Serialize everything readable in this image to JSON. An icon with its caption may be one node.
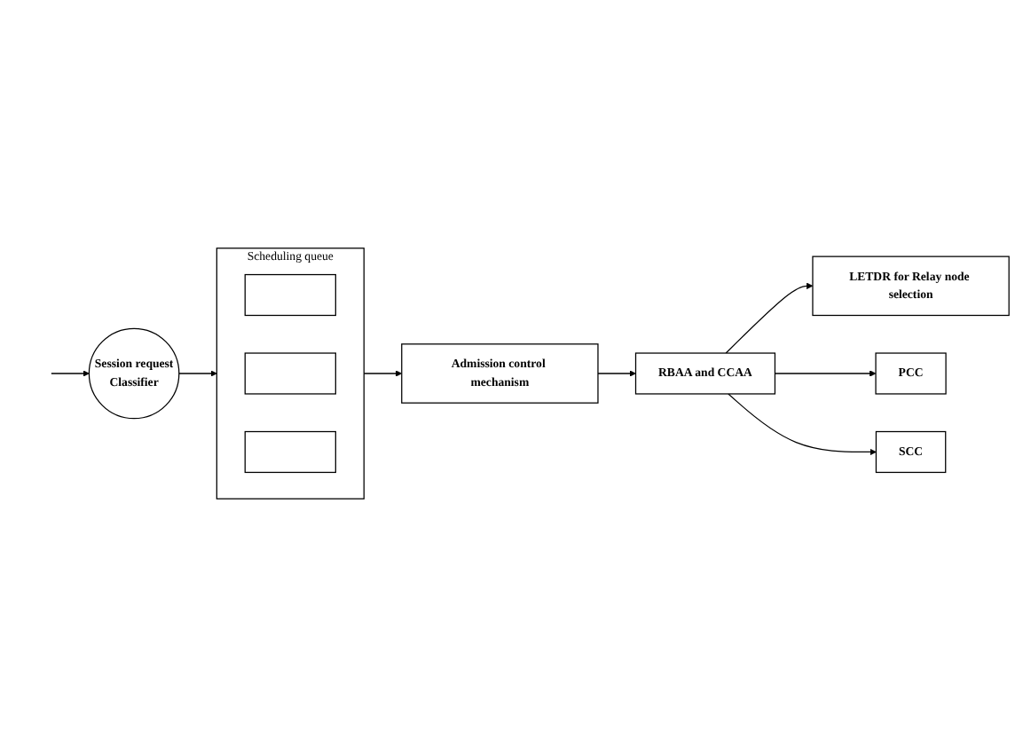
{
  "diagram": {
    "nodes": [
      {
        "text": [
          "Session request",
          "Classifier"
        ]
      },
      {
        "text": [
          "Scheduling queue"
        ]
      },
      {
        "text": [],
        "shape": "bar",
        "in": 1
      },
      {
        "text": [],
        "shape": "bar",
        "in": 1
      },
      {
        "text": [],
        "shape": "bar",
        "in": 1
      },
      {
        "text": [
          "Admission control mechanism"
        ]
      },
      {
        "text": [
          "RBAA and CCAA"
        ]
      },
      {
        "text": [
          "LETDR for Relay node selection"
        ]
      },
      {
        "text": [
          "PCC"
        ]
      },
      {
        "text": [
          "SCC"
        ]
      }
    ],
    "edges": [
      {
        "from": null,
        "to": 0,
        "arrow": "to"
      },
      {
        "from": 0,
        "to": 1,
        "arrow": "to"
      },
      {
        "from": 1,
        "to": 5,
        "arrow": "to"
      },
      {
        "from": 5,
        "to": 6,
        "arrow": "to"
      },
      {
        "from": 6,
        "to": 7,
        "arrow": "to"
      },
      {
        "from": 6,
        "to": 8,
        "arrow": "to"
      },
      {
        "from": 6,
        "to": 9,
        "arrow": "to"
      }
    ]
  }
}
